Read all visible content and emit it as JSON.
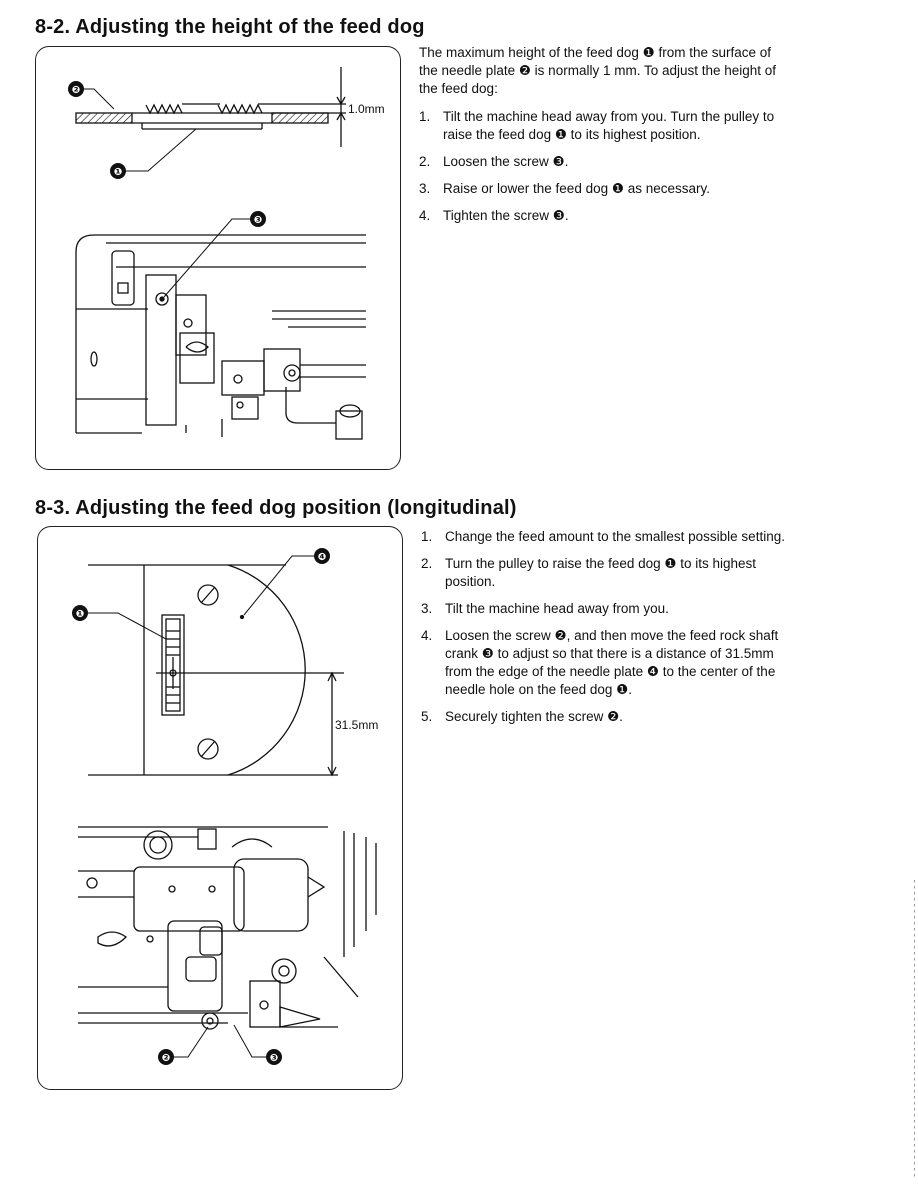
{
  "section1": {
    "heading": "8-2. Adjusting the height of the feed dog",
    "figure": {
      "dimension_label": "1.0mm",
      "callouts": [
        "❷",
        "❶",
        "❸"
      ]
    },
    "intro": "The maximum height of the feed dog ❶ from the surface of the needle plate ❷ is normally 1 mm. To adjust the height of the feed dog:",
    "steps": [
      {
        "num": "1.",
        "text": "Tilt the machine head away from you. Turn the pulley to raise the feed dog ❶ to its highest position."
      },
      {
        "num": "2.",
        "text": "Loosen the screw ❸."
      },
      {
        "num": "3.",
        "text": "Raise or lower the feed dog ❶ as necessary."
      },
      {
        "num": "4.",
        "text": "Tighten the screw ❸."
      }
    ]
  },
  "section2": {
    "heading": "8-3. Adjusting the feed dog position (longitudinal)",
    "figure": {
      "dimension_label": "31.5mm",
      "callouts": [
        "❹",
        "❶",
        "❷",
        "❸"
      ]
    },
    "steps": [
      {
        "num": "1.",
        "text": "Change the feed amount to the smallest possible setting."
      },
      {
        "num": "2.",
        "text": "Turn the pulley to raise the feed dog ❶ to its highest position."
      },
      {
        "num": "3.",
        "text": "Tilt the machine head away from you."
      },
      {
        "num": "4.",
        "text": "Loosen the screw ❷, and then move the feed rock shaft crank ❸ to adjust so that there is a distance of 31.5mm from the edge of the needle plate ❹ to the center of the needle hole on the feed dog ❶."
      },
      {
        "num": "5.",
        "text": "Securely tighten the screw ❷."
      }
    ]
  }
}
